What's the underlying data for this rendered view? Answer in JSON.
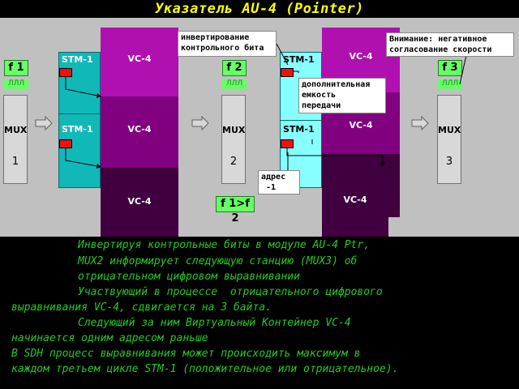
{
  "title": "Указатель AU-4 (Pointer)",
  "frequencies": [
    "f 1",
    "f 2",
    "f 3"
  ],
  "freq_compare": "f 1>f 2",
  "signal_glyph": "ЛЛЛ",
  "mux": [
    {
      "label": "MUX",
      "number": "1"
    },
    {
      "label": "MUX",
      "number": "2"
    },
    {
      "label": "MUX",
      "number": "3"
    }
  ],
  "stm_label": "STM-1",
  "vc_label": "VC-4",
  "callouts": {
    "invert": "инвертирование\nконтрольного бита",
    "warning": "Внимание: негативное\nсогласование скорости",
    "extra_capacity": "дополнительная\nемкость\nпередачи",
    "address": "адрес\n -1"
  },
  "description": [
    "Инвертируя контрольные биты в модуле AU-4 Ptr,",
    "MUX2 информирует следующую станцию (MUX3) об",
    "отрицательном цифровом выравнивании",
    "Участвующий в процессе  отрицательного цифрового",
    "выравнивания VC-4, сдвигается на 3 байта.",
    "Следующий за ним Виртуальный Контейнер VC-4",
    "начинается одним адресом раньше",
    "В SDH процесс выравнивания может происходить максимум в",
    "каждом третьем цикле STM-1 (положительное или отрицательное)."
  ],
  "colors": {
    "background": "#c0c0c0",
    "title": "#ffff00",
    "text": "#22cc22",
    "stm": "#10b8b8",
    "stm_highlight": "#88ffff",
    "vc_light": "#b010b0",
    "vc_mid": "#800080",
    "vc_dark": "#400040",
    "pointer": "#ee1111",
    "freq_box": "#66ff66"
  }
}
